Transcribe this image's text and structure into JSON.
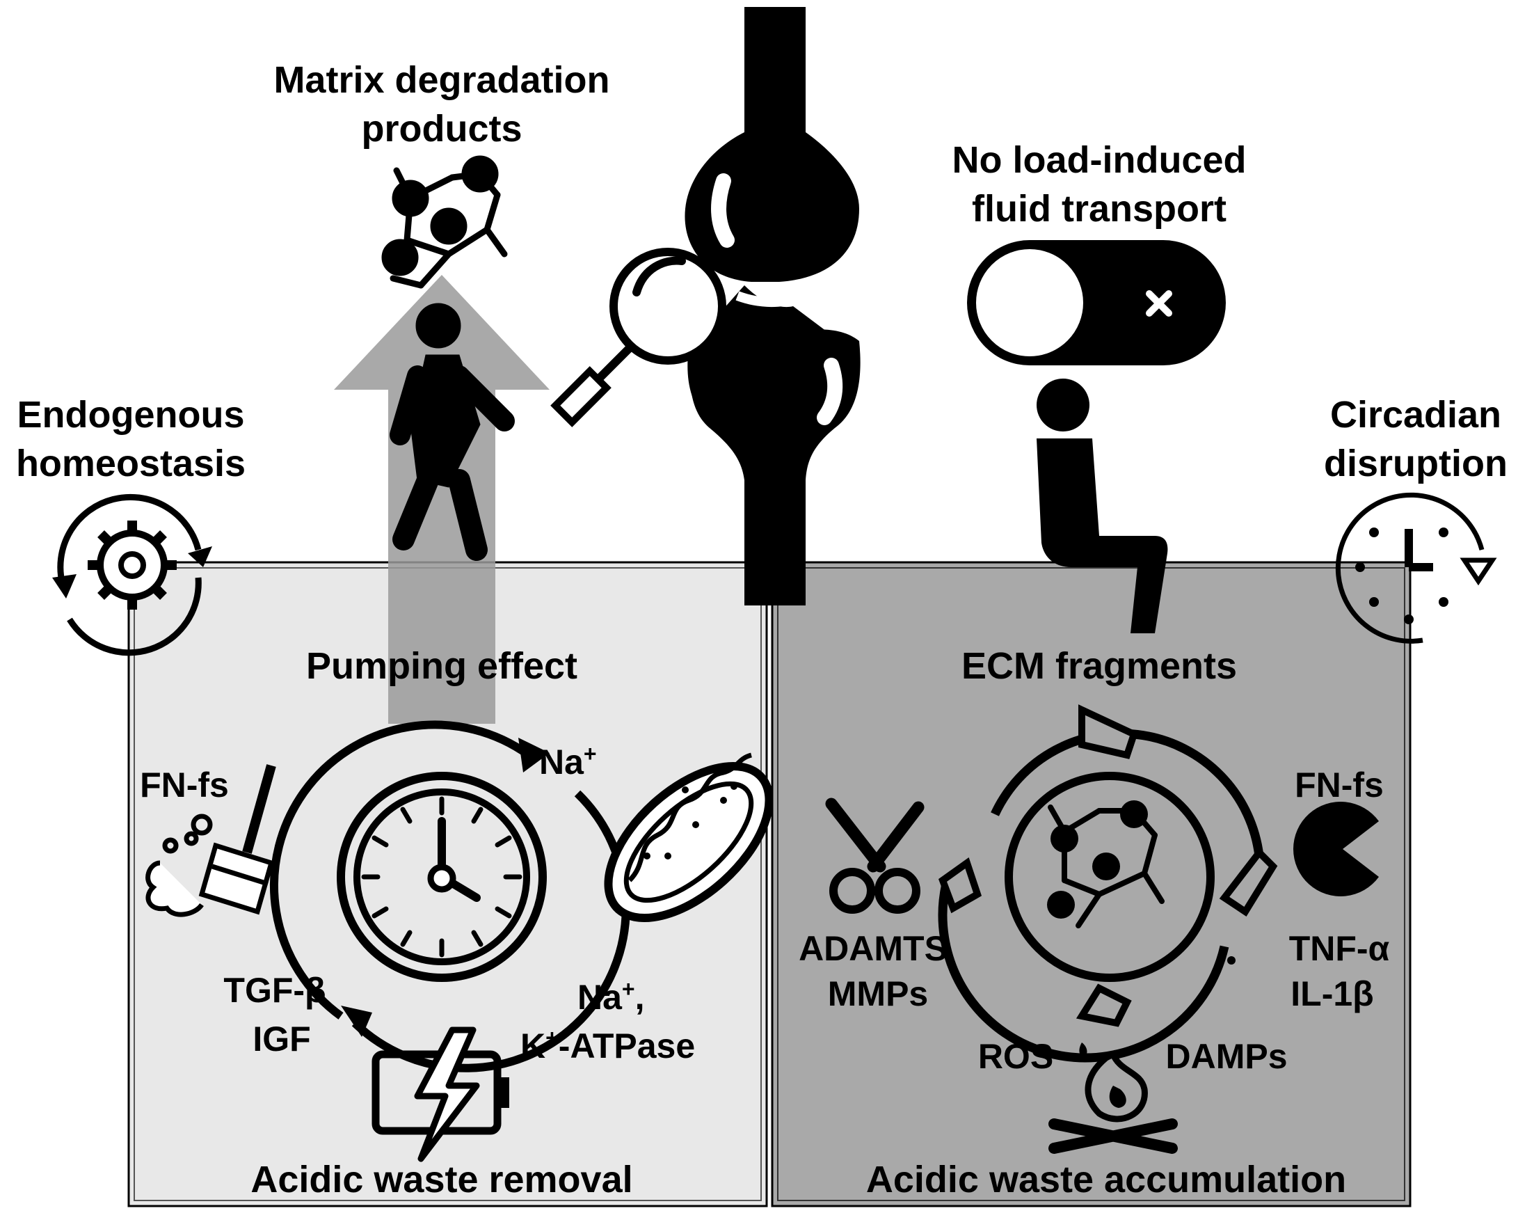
{
  "labels": {
    "matrix_line1": "Matrix degradation",
    "matrix_line2": "products",
    "no_load_line1": "No load-induced",
    "no_load_line2": "fluid transport",
    "endogenous_line1": "Endogenous",
    "endogenous_line2": "homeostasis",
    "circadian_line1": "Circadian",
    "circadian_line2": "disruption"
  },
  "left_panel": {
    "title": "Pumping effect",
    "na": "Na",
    "na_sup": "+",
    "fn_fs": "FN-fs",
    "tgf": "TGF-β",
    "igf": "IGF",
    "atpase_line1_base": "Na",
    "atpase_line1_sup": "+",
    "atpase_line1_tail": ",",
    "atpase_line2_base": "K",
    "atpase_line2_sup": "+",
    "atpase_line2_tail": "-ATPase",
    "footer": "Acidic waste removal"
  },
  "right_panel": {
    "title": "ECM fragments",
    "fn_fs": "FN-fs",
    "adamts": "ADAMTS",
    "mmps": "MMPs",
    "tnf": "TNF-α",
    "il1b": "IL-1β",
    "ros": "ROS",
    "damps": "DAMPs",
    "footer": "Acidic waste accumulation"
  },
  "colors": {
    "left_panel_fill": "#e8e8e8",
    "right_panel_fill": "#a9a9a9",
    "arrow_fill": "#9a9a9a",
    "ink": "#000000"
  }
}
